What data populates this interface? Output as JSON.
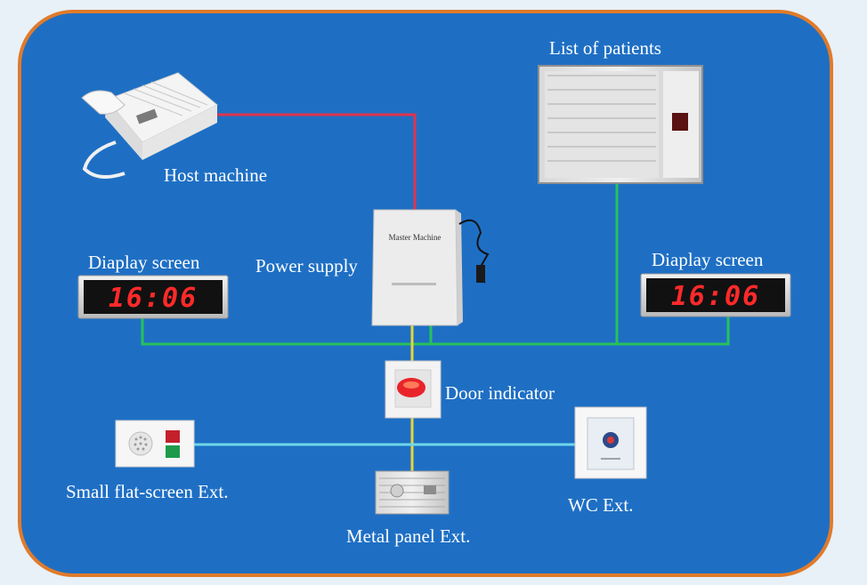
{
  "labels": {
    "host_machine": "Host machine",
    "list_of_patients": "List of patients",
    "power_supply": "Power supply",
    "display_left": "Diaplay screen",
    "display_right": "Diaplay screen",
    "door_indicator": "Door indicator",
    "small_flat_screen": "Small flat-screen Ext.",
    "metal_panel": "Metal panel Ext.",
    "wc_ext": "WC Ext."
  },
  "devices": {
    "display_time_left": "16:06",
    "display_time_right": "16:06",
    "master_machine_text": "Master Machine"
  },
  "colors": {
    "background": "#1e6fc4",
    "border": "#e07b2a",
    "red_line": "#e0334a",
    "green_line": "#27c25a",
    "yellow_line": "#e6d43a",
    "cyan_line": "#6fd6ea",
    "display_digits": "#ff2a2a"
  }
}
